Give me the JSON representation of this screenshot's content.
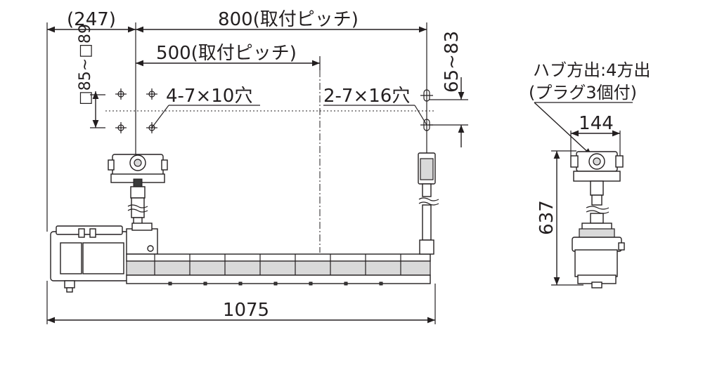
{
  "dimensions": {
    "offset_247": "(247)",
    "pitch_800": "800(取付ピッチ)",
    "pitch_500": "500(取付ピッチ)",
    "range_65_83": "65~83",
    "range_85_89": "□85~□89",
    "holes_small": "4-7×10穴",
    "holes_slot": "2-7×16穴",
    "overall_1075": "1075",
    "width_144": "144",
    "height_637": "637"
  },
  "notes": {
    "hub_line1": "ハブ方出:4方出",
    "hub_line2": "(プラグ3個付)"
  },
  "colors": {
    "line": "#231f20",
    "shade": "#d9d9d9",
    "background": "#ffffff"
  }
}
